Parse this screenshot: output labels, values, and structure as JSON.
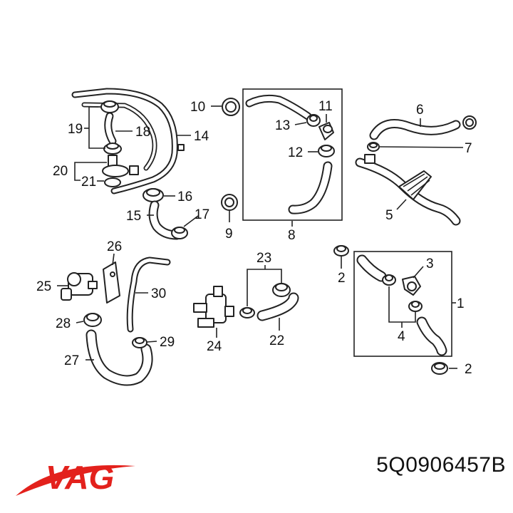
{
  "brand": {
    "name": "VAG",
    "color": "#e3211c"
  },
  "part_number": "5Q0906457B",
  "callouts": {
    "c1": "1",
    "c2a": "2",
    "c2b": "2",
    "c3": "3",
    "c4": "4",
    "c5": "5",
    "c6": "6",
    "c7": "7",
    "c8": "8",
    "c9": "9",
    "c10": "10",
    "c11": "11",
    "c12": "12",
    "c13": "13",
    "c14": "14",
    "c15": "15",
    "c16": "16",
    "c17": "17",
    "c18": "18",
    "c19": "19",
    "c20": "20",
    "c21": "21",
    "c22": "22",
    "c23": "23",
    "c24": "24",
    "c25": "25",
    "c26": "26",
    "c27": "27",
    "c28": "28",
    "c29": "29",
    "c30": "30"
  }
}
